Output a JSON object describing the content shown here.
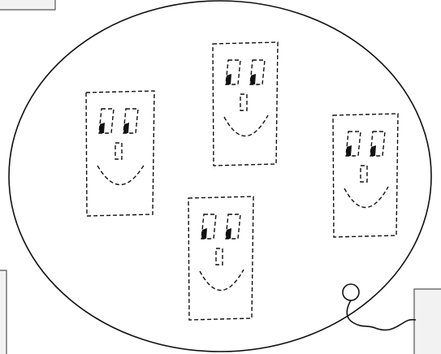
{
  "scene": {
    "description_free": true,
    "colors": {
      "background": "#ffffff",
      "ink": "#111111",
      "panel_fill": "#f2f2f2",
      "panel_border": "#555555"
    },
    "faces": [
      {
        "id": "face-left",
        "icon": "dashed-smiley-card"
      },
      {
        "id": "face-top-center",
        "icon": "dashed-smiley-card"
      },
      {
        "id": "face-bottom-center",
        "icon": "dashed-smiley-card"
      },
      {
        "id": "face-right",
        "icon": "dashed-smiley-card"
      }
    ],
    "loop_icon": "curly-loop-icon"
  }
}
